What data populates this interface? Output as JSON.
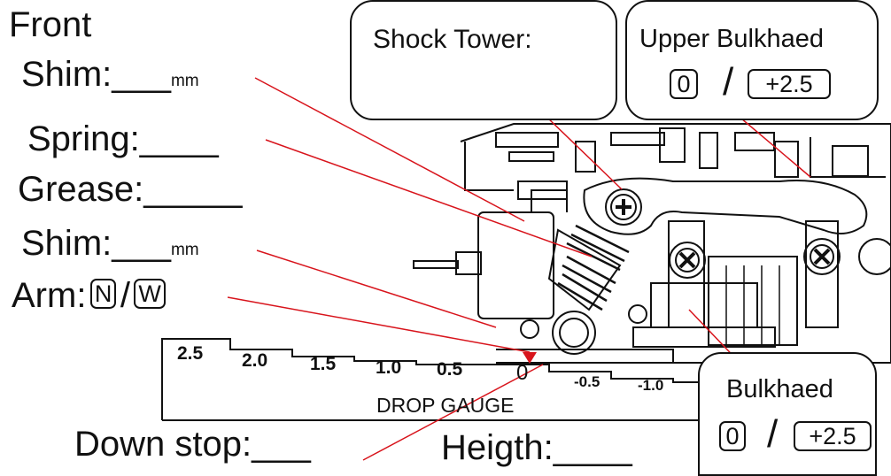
{
  "title": "Front",
  "labels": {
    "shim_top": "Shim:___",
    "shim_top_unit": "mm",
    "spring": "Spring:____",
    "grease": "Grease:_____",
    "shim_bottom": "Shim:___",
    "shim_bottom_unit": "mm",
    "arm": "Arm:",
    "arm_opt_n": "N",
    "arm_opt_w": "W",
    "down_stop": "Down stop:___",
    "height": "Heigth:____"
  },
  "shock_tower": {
    "title": "Shock Tower:"
  },
  "upper_bulkhead": {
    "title": "Upper Bulkhaed",
    "opt_a": "0",
    "opt_b": "+2.5"
  },
  "bulkhead": {
    "title": "Bulkhaed",
    "opt_a": "0",
    "opt_b": "+2.5"
  },
  "drop_gauge": {
    "title": "DROP GAUGE",
    "ticks": [
      "2.5",
      "2.0",
      "1.5",
      "1.0",
      "0.5",
      "0",
      "-0.5",
      "-1.0"
    ]
  },
  "colors": {
    "leader_line": "#d8141c",
    "ink": "#111111"
  },
  "separator": "/"
}
